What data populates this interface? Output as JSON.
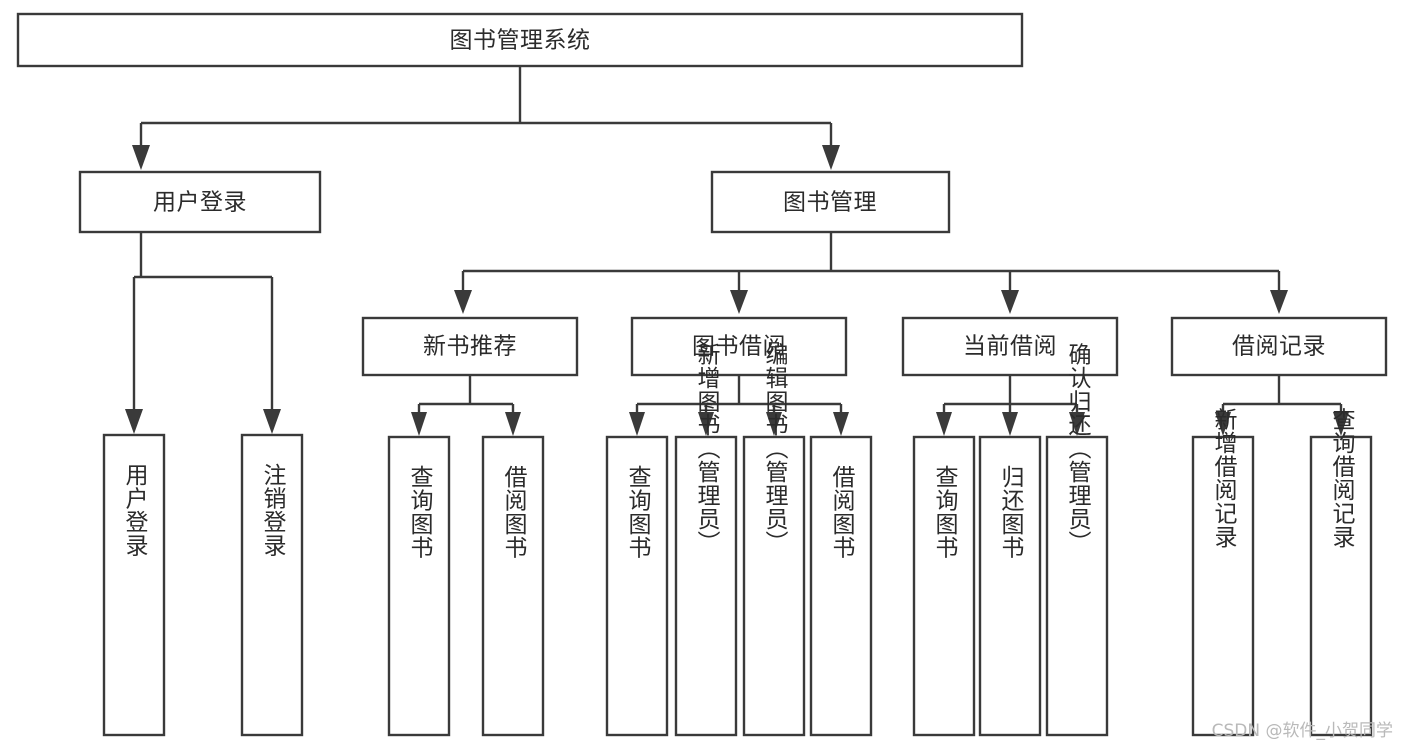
{
  "diagram": {
    "type": "tree-hierarchy",
    "title": "图书管理系统",
    "orientation": "top-down",
    "colors": {
      "background": "#ffffff",
      "box_fill": "#ffffff",
      "box_stroke": "#3a3a3a",
      "connector": "#3a3a3a",
      "text": "#2b2b2b",
      "watermark": "#b9b9b9"
    },
    "root": {
      "id": "root",
      "label": "图书管理系统",
      "level": 1,
      "text_orientation": "horizontal"
    },
    "level2": [
      {
        "id": "user-login",
        "label": "用户登录",
        "level": 2,
        "text_orientation": "horizontal"
      },
      {
        "id": "book-manage",
        "label": "图书管理",
        "level": 2,
        "text_orientation": "horizontal"
      }
    ],
    "level3": [
      {
        "id": "new-book-rec",
        "label": "新书推荐",
        "level": 3,
        "parent": "book-manage",
        "text_orientation": "horizontal"
      },
      {
        "id": "book-borrow",
        "label": "图书借阅",
        "level": 3,
        "parent": "book-manage",
        "text_orientation": "horizontal"
      },
      {
        "id": "current-borrow",
        "label": "当前借阅",
        "level": 3,
        "parent": "book-manage",
        "text_orientation": "horizontal"
      },
      {
        "id": "borrow-record",
        "label": "借阅记录",
        "level": 3,
        "parent": "book-manage",
        "text_orientation": "horizontal"
      }
    ],
    "leaves": [
      {
        "id": "leaf-user-login",
        "label": "用户登录",
        "parent": "user-login",
        "text_orientation": "vertical"
      },
      {
        "id": "leaf-user-logout",
        "label": "注销登录",
        "parent": "user-login",
        "text_orientation": "vertical"
      },
      {
        "id": "leaf-query-book-1",
        "label": "查询图书",
        "parent": "new-book-rec",
        "text_orientation": "vertical"
      },
      {
        "id": "leaf-borrow-book-1",
        "label": "借阅图书",
        "parent": "new-book-rec",
        "text_orientation": "vertical"
      },
      {
        "id": "leaf-query-book-2",
        "label": "查询图书",
        "parent": "book-borrow",
        "text_orientation": "vertical"
      },
      {
        "id": "leaf-add-book",
        "label": "新增图书（管理员）",
        "parent": "book-borrow",
        "text_orientation": "vertical"
      },
      {
        "id": "leaf-edit-book",
        "label": "编辑图书（管理员）",
        "parent": "book-borrow",
        "text_orientation": "vertical"
      },
      {
        "id": "leaf-borrow-book-2",
        "label": "借阅图书",
        "parent": "book-borrow",
        "text_orientation": "vertical"
      },
      {
        "id": "leaf-query-book-3",
        "label": "查询图书",
        "parent": "current-borrow",
        "text_orientation": "vertical"
      },
      {
        "id": "leaf-return-book",
        "label": "归还图书",
        "parent": "current-borrow",
        "text_orientation": "vertical"
      },
      {
        "id": "leaf-confirm-return",
        "label": "确认归还（管理员）",
        "parent": "current-borrow",
        "text_orientation": "vertical"
      },
      {
        "id": "leaf-add-record",
        "label": "新增借阅记录",
        "parent": "borrow-record",
        "text_orientation": "vertical"
      },
      {
        "id": "leaf-query-record",
        "label": "查询借阅记录",
        "parent": "borrow-record",
        "text_orientation": "vertical"
      }
    ]
  },
  "watermark": {
    "text": "CSDN @软件_小贺同学"
  }
}
